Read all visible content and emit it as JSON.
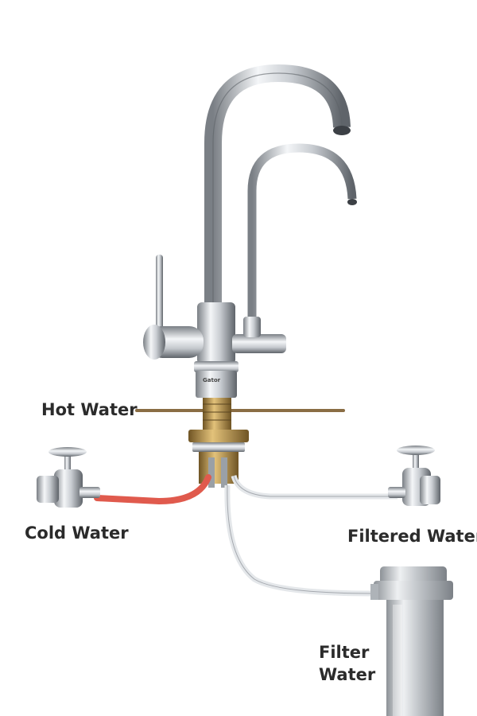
{
  "labels": {
    "hot_water": "Hot Water",
    "cold_water": "Cold Water",
    "filtered_water": "Filtered Water",
    "filter_line1": "Filter",
    "filter_line2": "Water"
  },
  "brand": {
    "logo_text": "Gator"
  },
  "colors": {
    "hot_line": "#8a6d44",
    "cold_hose": "#e05a4d",
    "chrome_dark": "#6e7378",
    "chrome_light": "#f2f4f6",
    "brass": "#b08a3c",
    "text": "#2b2b2b"
  }
}
